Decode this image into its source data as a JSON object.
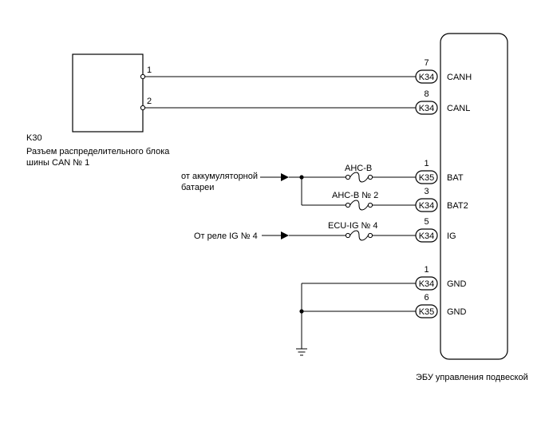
{
  "connector_block": {
    "code": "K30",
    "name_line1": "Разъем распределительного блока",
    "name_line2": "шины CAN № 1",
    "pins": [
      {
        "num": "1"
      },
      {
        "num": "2"
      }
    ]
  },
  "ecu": {
    "name": "ЭБУ управления подвеской"
  },
  "terminals": [
    {
      "pin": "7",
      "connector": "K34",
      "label": "CANH"
    },
    {
      "pin": "8",
      "connector": "K34",
      "label": "CANL"
    },
    {
      "pin": "1",
      "connector": "K35",
      "label": "BAT"
    },
    {
      "pin": "3",
      "connector": "K34",
      "label": "BAT2"
    },
    {
      "pin": "5",
      "connector": "K34",
      "label": "IG"
    },
    {
      "pin": "1",
      "connector": "K34",
      "label": "GND"
    },
    {
      "pin": "6",
      "connector": "K35",
      "label": "GND"
    }
  ],
  "fuses": [
    {
      "label": "AHC-B"
    },
    {
      "label": "AHC-B № 2"
    },
    {
      "label": "ECU-IG № 4"
    }
  ],
  "sources": {
    "battery_line1": "от аккумуляторной",
    "battery_line2": "батареи",
    "ig_relay": "От реле IG № 4"
  }
}
